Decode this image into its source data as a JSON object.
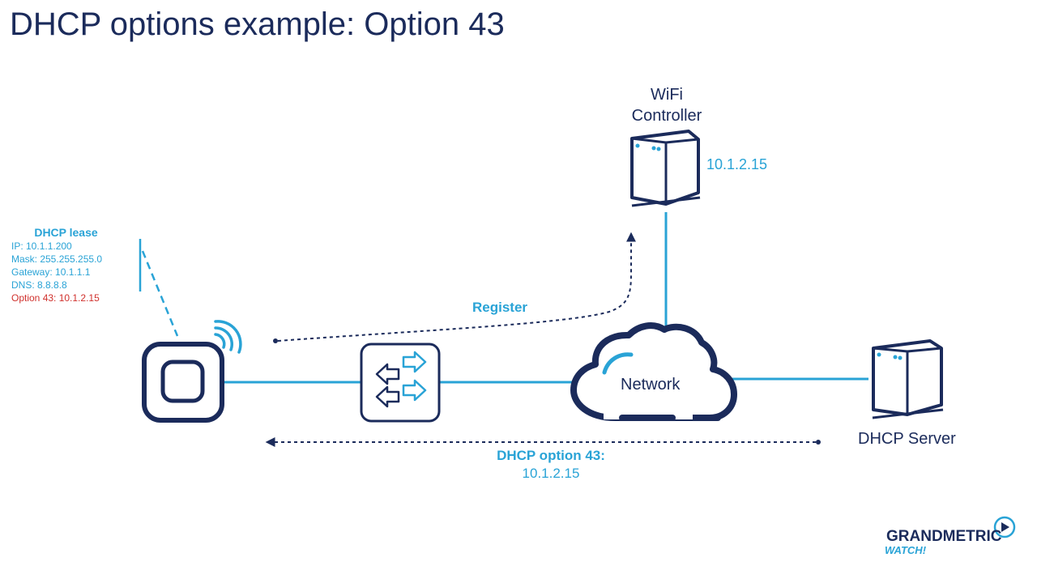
{
  "title": "DHCP options example: Option 43",
  "lease": {
    "title": "DHCP lease",
    "lines": [
      "IP: 10.1.1.200",
      "Mask: 255.255.255.0",
      "Gateway: 10.1.1.1",
      "DNS: 8.8.8.8"
    ],
    "option_line": "Option 43: 10.1.2.15"
  },
  "controller": {
    "line1": "WiFi",
    "line2": "Controller",
    "ip": "10.1.2.15"
  },
  "register_label": "Register",
  "network_label": "Network",
  "server_label": "DHCP Server",
  "option43": {
    "title": "DHCP option 43:",
    "value": "10.1.2.15"
  },
  "logo": {
    "brand": "GRANDMETRIC",
    "sub": "WATCH!"
  },
  "colors": {
    "navy": "#1b2b5b",
    "accent": "#29a3d6",
    "highlight": "#d0312d"
  }
}
